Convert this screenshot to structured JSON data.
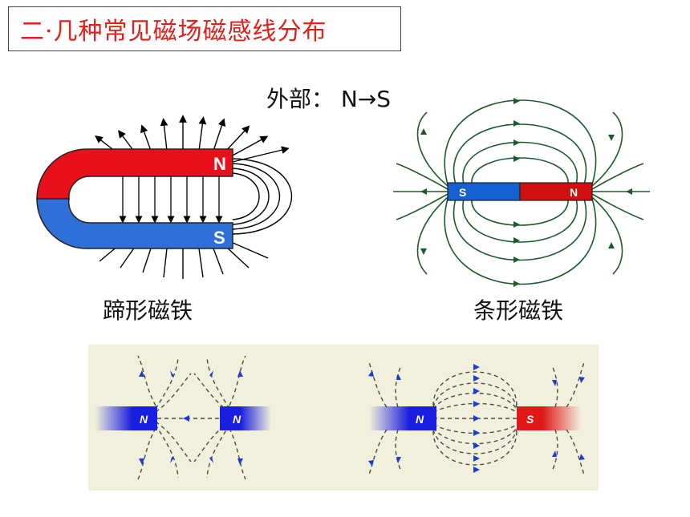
{
  "title": "二·几种常见磁场磁感线分布",
  "outside_label": "外部： N→S",
  "horseshoe": {
    "caption": "蹄形磁铁",
    "north_label": "N",
    "south_label": "S",
    "north_color": "#e8101a",
    "south_color": "#2e6fd8"
  },
  "bar": {
    "caption": "条形磁铁",
    "south_label": "S",
    "north_label": "N",
    "south_color": "#1560d0",
    "north_color": "#d01010",
    "line_color": "#1d5a2a"
  },
  "bottom": {
    "left_magnet1_label": "N",
    "left_magnet2_label": "N",
    "right_magnet1_label": "N",
    "right_magnet2_label": "S",
    "panel_color": "#f1f0dc",
    "blue": "#1a1ee0",
    "red": "#e01818",
    "line_color": "#4a4a4a",
    "arrow_color": "#1a3cd0"
  }
}
